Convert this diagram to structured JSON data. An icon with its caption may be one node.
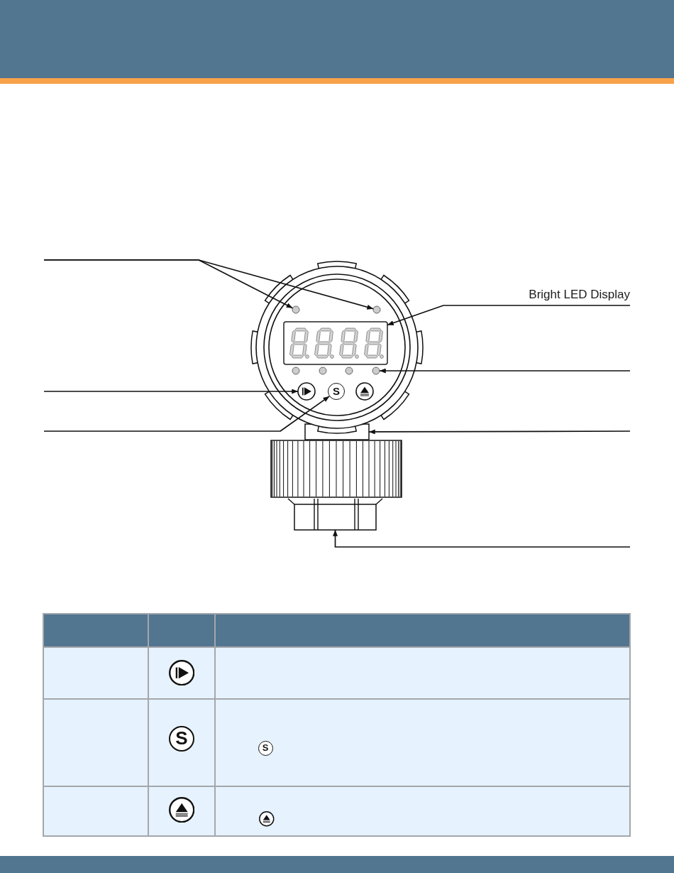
{
  "diagram": {
    "nodes": [
      {
        "text": [
          "Bright LED Display"
        ]
      },
      {
        "text": [],
        "shape": "circle"
      },
      {
        "text": [],
        "shape": "circle"
      },
      {
        "text": [],
        "shape": "box"
      },
      {
        "text": [],
        "shape": "circle"
      },
      {
        "text": [],
        "shape": "circle"
      },
      {
        "text": [],
        "shape": "circle"
      },
      {
        "text": [],
        "shape": "circle"
      },
      {
        "text": [],
        "shape": "circle"
      },
      {
        "text": [
          "S"
        ]
      },
      {
        "text": [],
        "shape": "circle"
      },
      {
        "text": [],
        "shape": "box"
      },
      {
        "text": [],
        "shape": "box"
      },
      {
        "text": [],
        "shape": "box"
      }
    ],
    "edges": [
      {
        "from": null,
        "to": 1,
        "arrow": "to"
      },
      {
        "from": null,
        "to": 2,
        "arrow": "to"
      },
      {
        "from": 0,
        "to": 3,
        "arrow": "to"
      },
      {
        "from": null,
        "to": 7,
        "arrow": "to"
      },
      {
        "from": null,
        "to": 8,
        "arrow": "to"
      },
      {
        "from": null,
        "to": 9,
        "arrow": "to"
      },
      {
        "from": null,
        "to": 11,
        "arrow": "to"
      },
      {
        "from": null,
        "to": 13,
        "arrow": "to"
      }
    ],
    "labels": [
      "S",
      "S"
    ]
  }
}
